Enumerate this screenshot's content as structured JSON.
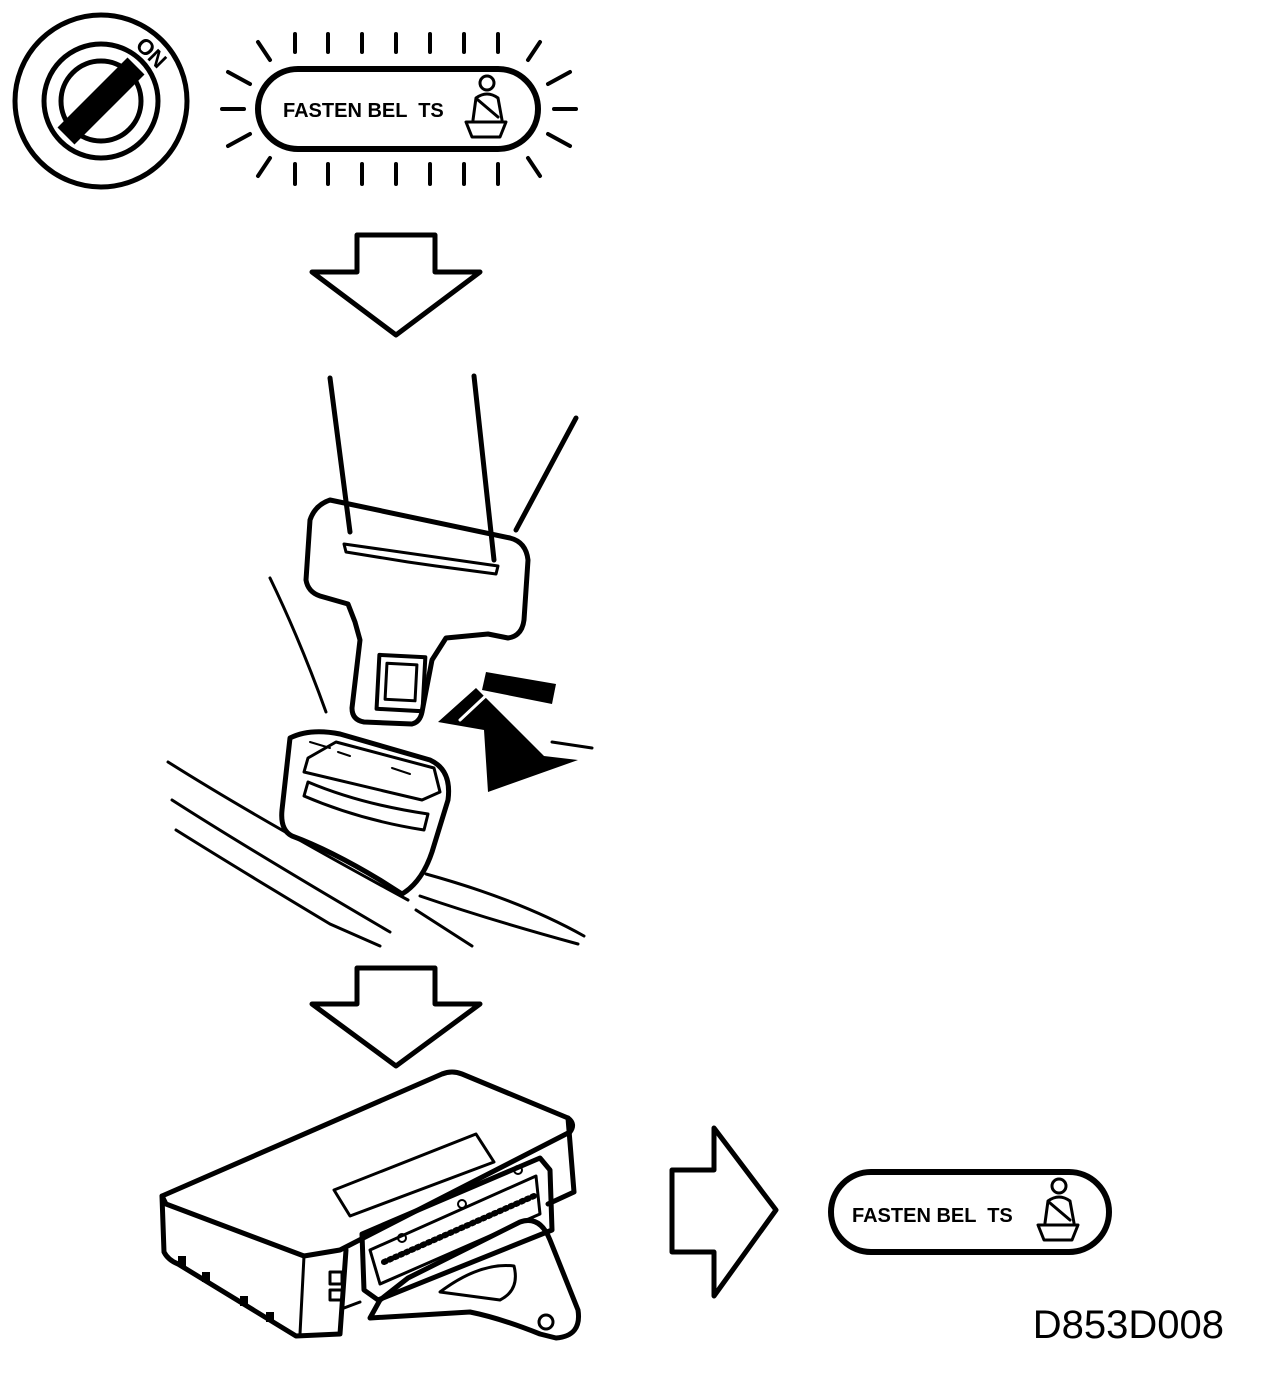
{
  "ignition": {
    "label": "ON"
  },
  "warning_lamp_lit": {
    "label": "FASTEN BEL  TS"
  },
  "warning_lamp_off": {
    "label": "FASTEN BEL  TS"
  },
  "figure_code": "D853D008",
  "colors": {
    "ink": "#000000",
    "paper": "#ffffff"
  }
}
